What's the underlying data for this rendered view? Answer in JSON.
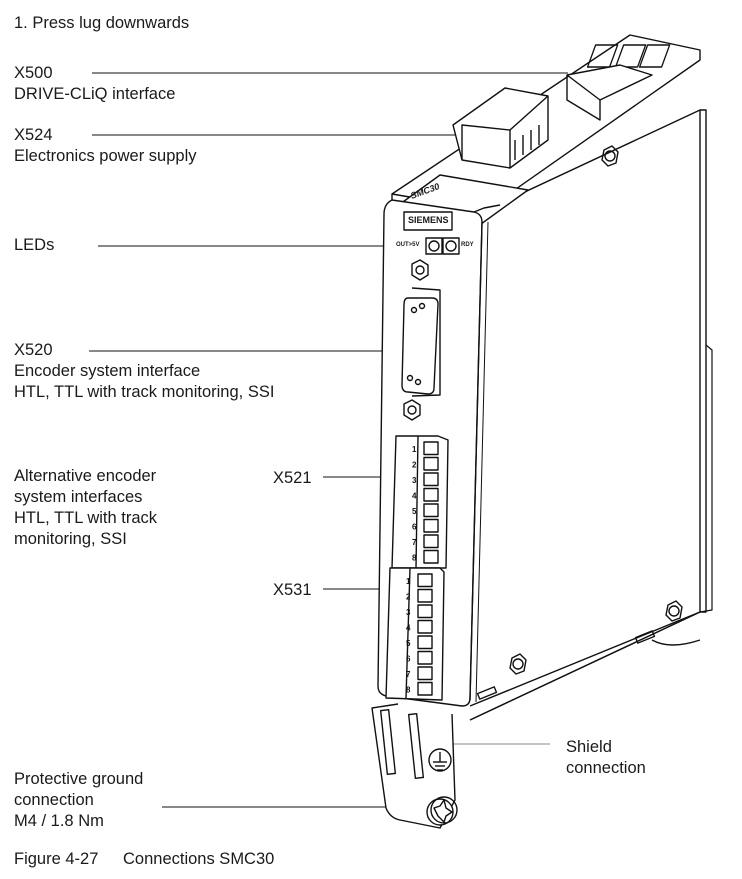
{
  "instruction": "1. Press lug downwards",
  "callouts": {
    "x500": {
      "id": "X500",
      "desc": [
        "DRIVE-CLiQ interface"
      ]
    },
    "x524": {
      "id": "X524",
      "desc": [
        "Electronics power supply"
      ]
    },
    "leds": {
      "id": "LEDs",
      "desc": []
    },
    "x520": {
      "id": "X520",
      "desc": [
        "Encoder system interface",
        "HTL, TTL with track monitoring, SSI"
      ]
    },
    "alt": {
      "desc": [
        "Alternative encoder",
        "system interfaces",
        "HTL, TTL with track",
        "monitoring, SSI"
      ]
    },
    "x521": {
      "id": "X521"
    },
    "x531": {
      "id": "X531"
    },
    "shield": {
      "desc": [
        "Shield",
        "connection"
      ]
    },
    "ground": {
      "desc": [
        "Protective ground",
        "connection",
        "M4 / 1.8 Nm"
      ]
    }
  },
  "device": {
    "brand": "SIEMENS",
    "model": "SMC30",
    "led_labels": [
      "OUT>5V",
      "RDY"
    ],
    "terminal_pins": [
      "1",
      "2",
      "3",
      "4",
      "5",
      "6",
      "7",
      "8"
    ]
  },
  "figure": {
    "number": "Figure 4-27",
    "title": "Connections SMC30"
  }
}
